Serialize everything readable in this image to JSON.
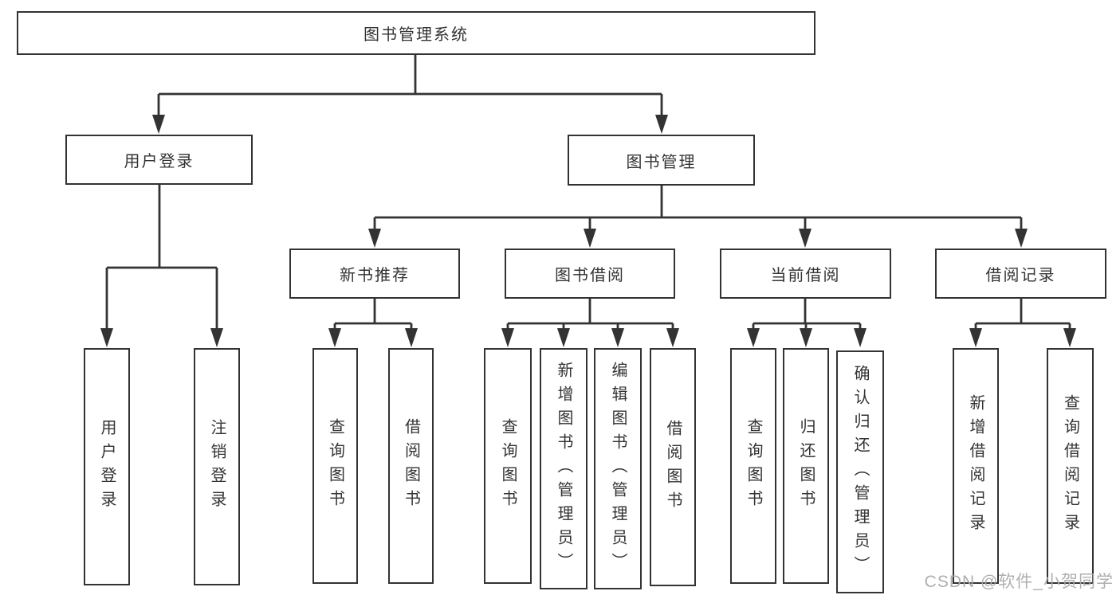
{
  "tree": {
    "root": "图书管理系统",
    "branches": [
      {
        "label": "用户登录",
        "children": [
          "用户登录",
          "注销登录"
        ]
      },
      {
        "label": "图书管理",
        "children": [
          {
            "label": "新书推荐",
            "children": [
              "查询图书",
              "借阅图书"
            ]
          },
          {
            "label": "图书借阅",
            "children": [
              "查询图书",
              "新增图书（管理员）",
              "编辑图书（管理员）",
              "借阅图书"
            ]
          },
          {
            "label": "当前借阅",
            "children": [
              "查询图书",
              "归还图书",
              "确认归还（管理员）"
            ]
          },
          {
            "label": "借阅记录",
            "children": [
              "新增借阅记录",
              "查询借阅记录"
            ]
          }
        ]
      }
    ]
  },
  "watermark": {
    "text": "CSDN @软件_小贺同学"
  },
  "colors": {
    "line": "#333333",
    "box_border": "#333333",
    "text": "#333333",
    "watermark": "#ababab",
    "background": "#ffffff"
  }
}
